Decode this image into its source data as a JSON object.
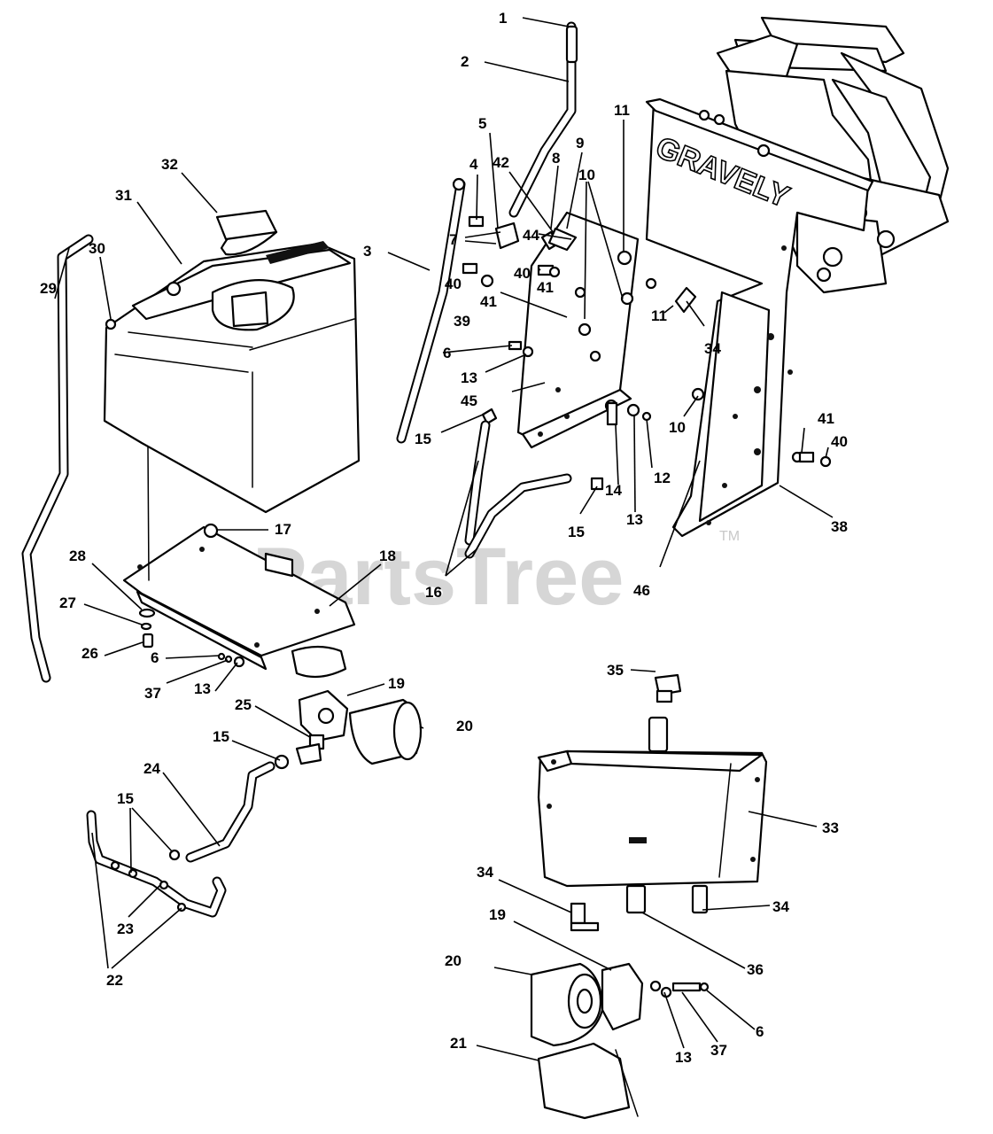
{
  "watermark": "PartsTree",
  "watermark_tm": "TM",
  "brand_text": "GRAVELY",
  "callouts": [
    {
      "label": "1"
    },
    {
      "label": "2"
    },
    {
      "label": "3"
    },
    {
      "label": "4"
    },
    {
      "label": "5"
    },
    {
      "label": "42"
    },
    {
      "label": "8"
    },
    {
      "label": "9"
    },
    {
      "label": "10"
    },
    {
      "label": "11"
    },
    {
      "label": "32"
    },
    {
      "label": "31"
    },
    {
      "label": "30"
    },
    {
      "label": "29"
    },
    {
      "label": "7"
    },
    {
      "label": "44"
    },
    {
      "label": "40"
    },
    {
      "label": "41"
    },
    {
      "label": "40"
    },
    {
      "label": "41"
    },
    {
      "label": "39"
    },
    {
      "label": "11"
    },
    {
      "label": "34"
    },
    {
      "label": "6"
    },
    {
      "label": "13"
    },
    {
      "label": "45"
    },
    {
      "label": "15"
    },
    {
      "label": "10"
    },
    {
      "label": "41"
    },
    {
      "label": "40"
    },
    {
      "label": "12"
    },
    {
      "label": "14"
    },
    {
      "label": "13"
    },
    {
      "label": "38"
    },
    {
      "label": "15"
    },
    {
      "label": "16"
    },
    {
      "label": "46"
    },
    {
      "label": "17"
    },
    {
      "label": "18"
    },
    {
      "label": "28"
    },
    {
      "label": "27"
    },
    {
      "label": "26"
    },
    {
      "label": "6"
    },
    {
      "label": "37"
    },
    {
      "label": "13"
    },
    {
      "label": "19"
    },
    {
      "label": "25"
    },
    {
      "label": "20"
    },
    {
      "label": "15"
    },
    {
      "label": "24"
    },
    {
      "label": "15"
    },
    {
      "label": "23"
    },
    {
      "label": "22"
    },
    {
      "label": "35"
    },
    {
      "label": "33"
    },
    {
      "label": "34"
    },
    {
      "label": "34"
    },
    {
      "label": "19"
    },
    {
      "label": "36"
    },
    {
      "label": "20"
    },
    {
      "label": "6"
    },
    {
      "label": "13"
    },
    {
      "label": "37"
    },
    {
      "label": "21"
    }
  ]
}
